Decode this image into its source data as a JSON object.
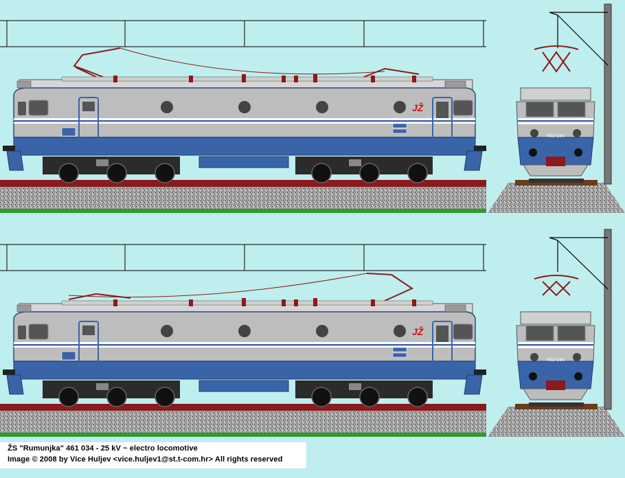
{
  "scene": {
    "colors": {
      "background": "#bfeeee",
      "body_gray": "#bdbdbd",
      "body_blue": "#3a64a8",
      "stripe_white": "#ffffff",
      "catenary": "#000000",
      "pantograph": "#8b1a1a",
      "rail": "#8b1a1a",
      "ballast": "#9a9a9a",
      "grass": "#2e9a2e"
    },
    "views": [
      {
        "name": "side-view-top",
        "pantograph_raised": "left"
      },
      {
        "name": "side-view-bottom",
        "pantograph_raised": "right"
      },
      {
        "name": "front-view-top"
      },
      {
        "name": "front-view-bottom"
      }
    ],
    "front_number": "461-034",
    "logo_text": "JŽ"
  },
  "caption": {
    "line1": "ŽS \"Rumunjka\"  461 034 - 25 kV ~ electro locomotive",
    "line2": "Image © 2008 by Vice Huljev <vice.huljev1@st.t-com.hr>  All rights reserved"
  }
}
